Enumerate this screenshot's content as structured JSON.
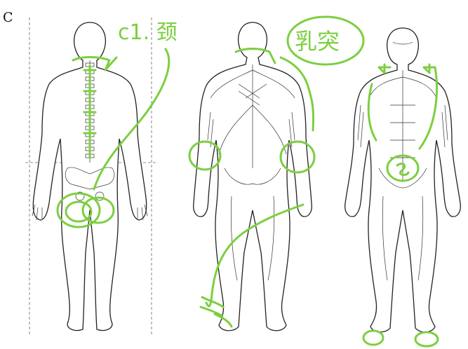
{
  "figure": {
    "panel_label": "C",
    "annotations": {
      "neck_label": "c1. 颈",
      "top_label": "乳突"
    }
  },
  "colors": {
    "annotation_ink": "#7ccf3f",
    "line_ink": "#222222",
    "background": "#ffffff"
  },
  "figures": [
    {
      "name": "skeletal-back-view"
    },
    {
      "name": "muscular-back-view"
    },
    {
      "name": "muscular-front-view"
    }
  ]
}
